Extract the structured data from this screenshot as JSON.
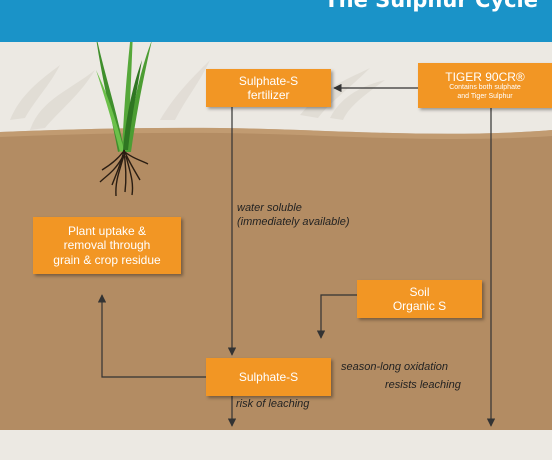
{
  "title": "The Sulphur Cycle",
  "colors": {
    "banner": "#1a93c8",
    "box": "#f29624",
    "soil": "#b38c63",
    "background": "#ece9e3",
    "arrow": "#333333",
    "plant_green": "#3f8f2c"
  },
  "icons": [
    "grass-plant-icon"
  ],
  "boxes": {
    "sulphate_fertilizer": {
      "line1": "Sulphate-S",
      "line2": "fertilizer"
    },
    "tiger": {
      "line1": "TIGER 90CR®",
      "line2": "Contains both sulphate",
      "line3": "and Tiger Sulphur"
    },
    "plant_uptake": {
      "line1": "Plant uptake &",
      "line2": "removal through",
      "line3": "grain & crop residue"
    },
    "soil_organic": {
      "line1": "Soil",
      "line2": "Organic S"
    },
    "sulphate_s": {
      "label": "Sulphate-S"
    }
  },
  "annotations": {
    "water_soluble_1": "water soluble",
    "water_soluble_2": "(immediately available)",
    "season_long": "season-long oxidation",
    "resists_leaching": "resists leaching",
    "risk_leaching": "risk of leaching"
  }
}
